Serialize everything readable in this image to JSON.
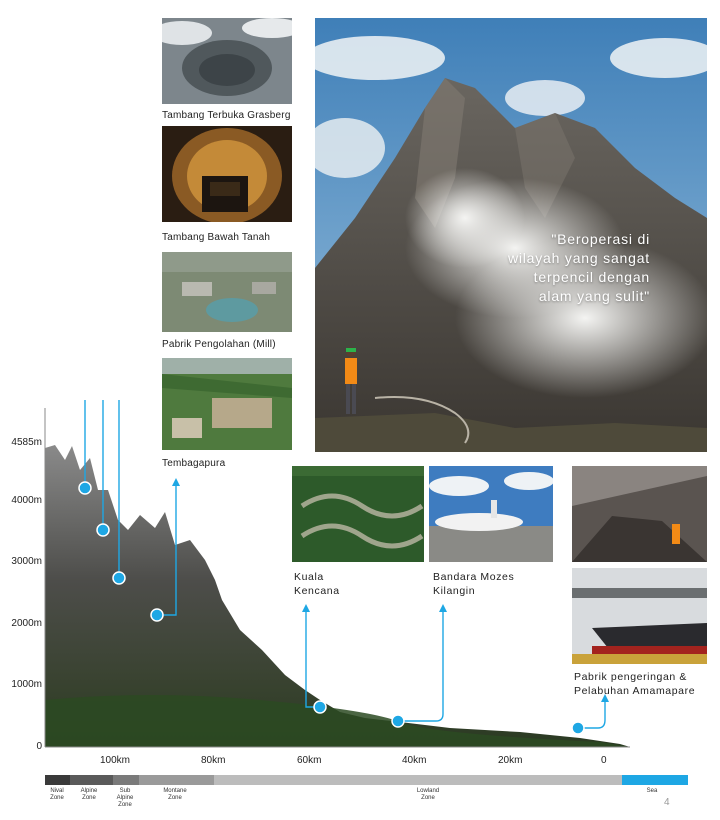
{
  "quote": "\"Beroperasi di wilayah yang sangat terpencil dengan alam yang sulit\"",
  "captions": {
    "grasberg": "Tambang Terbuka Grasberg",
    "underground": "Tambang Bawah Tanah",
    "mill": "Pabrik Pengolahan (Mill)",
    "tembagapura": "Tembagapura",
    "kuala_kencana_1": "Kuala",
    "kuala_kencana_2": "Kencana",
    "bandara_1": "Bandara Mozes",
    "bandara_2": "Kilangin",
    "pabrik_1": "Pabrik pengeringan &",
    "pabrik_2": "Pelabuhan Amamapare"
  },
  "elevation_labels": [
    "4585m",
    "4000m",
    "3000m",
    "2000m",
    "1000m",
    "0"
  ],
  "distance_labels": [
    "100km",
    "80km",
    "60km",
    "40km",
    "20km",
    "0"
  ],
  "zones": [
    {
      "label": "Nival\nZone",
      "color": "#3a3a3a"
    },
    {
      "label": "Alpine\nZone",
      "color": "#5a5a5a"
    },
    {
      "label": "Sub\nAlpine\nZone",
      "color": "#7a7a7a"
    },
    {
      "label": "Montane\nZone",
      "color": "#9a9a9a"
    },
    {
      "label": "Lowland\nZone",
      "color": "#bcbcbc"
    },
    {
      "label": "Sea",
      "color": "#1ea7e4"
    }
  ],
  "page_number": "4",
  "colors": {
    "accent": "#1ea7e4"
  }
}
